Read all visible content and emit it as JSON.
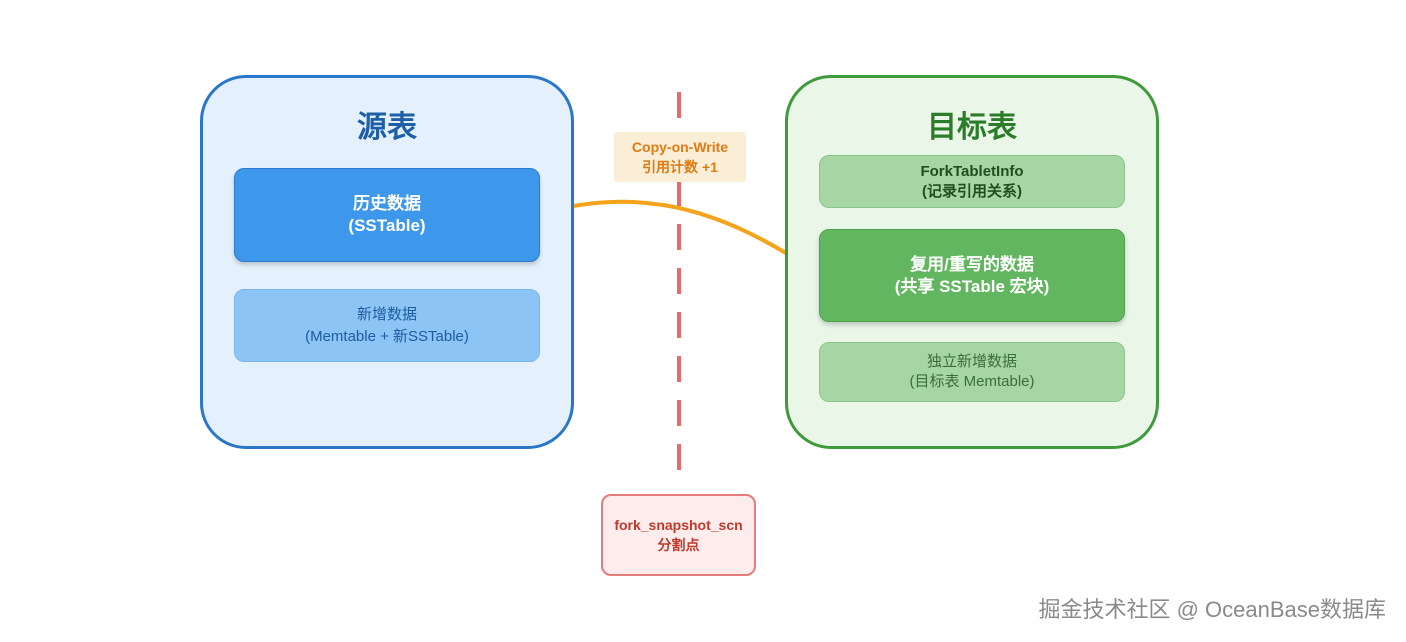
{
  "source_panel": {
    "title": "源表",
    "history_box": {
      "line1": "历史数据",
      "line2": "(SSTable)"
    },
    "new_box": {
      "line1": "新增数据",
      "line2": "(Memtable + 新SSTable)"
    }
  },
  "target_panel": {
    "title": "目标表",
    "fork_info_box": {
      "line1": "ForkTabletInfo",
      "line2": "(记录引用关系)"
    },
    "reuse_box": {
      "line1": "复用/重写的数据",
      "line2": "(共享 SSTable 宏块)"
    },
    "independent_box": {
      "line1": "独立新增数据",
      "line2": "(目标表 Memtable)"
    }
  },
  "arrow_label": {
    "line1": "Copy-on-Write",
    "line2": "引用计数 +1"
  },
  "split_point": {
    "line1": "fork_snapshot_scn",
    "line2": "分割点"
  },
  "watermark": "掘金技术社区 @ OceanBase数据库",
  "colors": {
    "source_border": "#2a76c8",
    "target_border": "#3f9a3c",
    "arrow": "#f4a31a",
    "divider": "#e86a6a"
  }
}
